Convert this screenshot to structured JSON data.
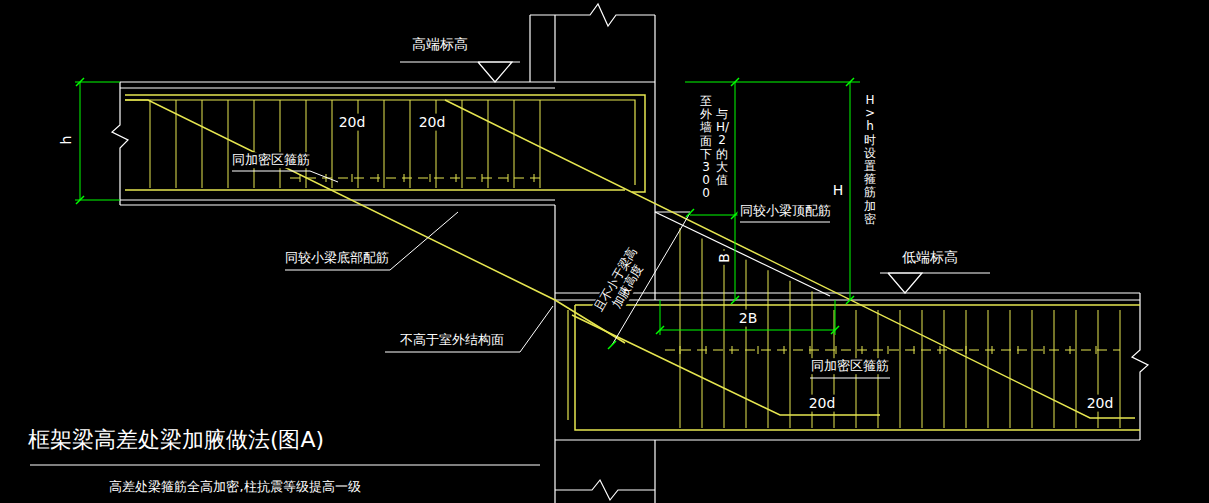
{
  "diagram": {
    "title": "框架梁高差处梁加腋做法(图A)",
    "caption": "高差处梁箍筋全高加密,柱抗震等级提高一级",
    "labels": [
      "高端标高",
      "h",
      "20d",
      "20d",
      "同加密区箍筋",
      "同较小梁底部配筋",
      "不高于室外结构面",
      "且不小于梁高加腋高度",
      "至外墙面下300",
      "与H/2的大值",
      "H",
      "H>h时设置箍筋加密",
      "B",
      "同较小梁顶配筋",
      "低端标高",
      "2B",
      "同加密区箍筋",
      "20d",
      "20d"
    ]
  }
}
